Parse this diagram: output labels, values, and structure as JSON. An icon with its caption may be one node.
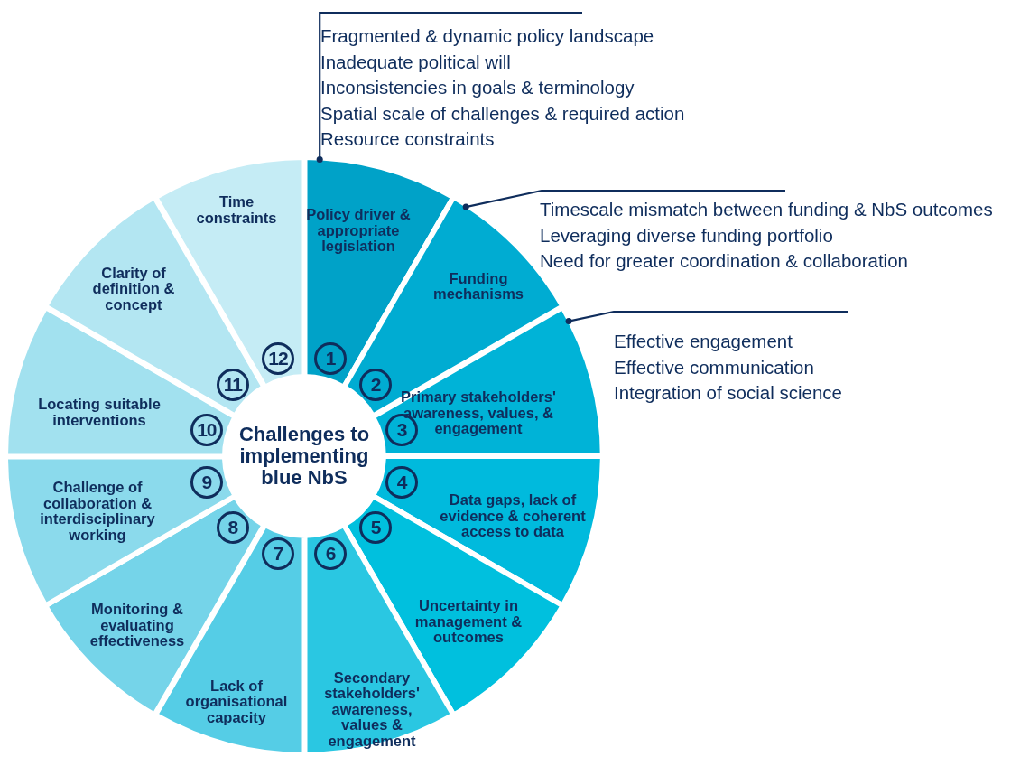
{
  "diagram": {
    "nodes": [
      {
        "text": [
          "Challenges to implementing blue NbS"
        ]
      },
      {
        "text": [
          "Policy driver & appropriate legislation",
          "1"
        ]
      },
      {
        "text": [
          "Funding mechanisms",
          "2"
        ]
      },
      {
        "text": [
          "Primary stakeholders' awareness, values, & engagement",
          "3"
        ]
      },
      {
        "text": [
          "4",
          "Data gaps, lack of evidence & coherent access to data"
        ]
      },
      {
        "text": [
          "5",
          "Uncertainty in management & outcomes"
        ]
      },
      {
        "text": [
          "6",
          "Secondary stakeholders' awareness, values & engagement"
        ]
      },
      {
        "text": [
          "7",
          "Lack of organisational capacity"
        ]
      },
      {
        "text": [
          "8",
          "Monitoring & evaluating effectiveness"
        ]
      },
      {
        "text": [
          "9",
          "Challenge of collaboration & interdisciplinary working"
        ]
      },
      {
        "text": [
          "Locating suitable interventions",
          "10"
        ]
      },
      {
        "text": [
          "Clarity of definition & concept",
          "11"
        ]
      },
      {
        "text": [
          "Time constraints",
          "12"
        ]
      },
      {
        "text": [
          "Fragmented & dynamic policy landscape",
          "Inadequate political will",
          "Inconsistencies in goals & terminology",
          "Spatial scale of challenges & required action",
          "Resource constraints"
        ]
      },
      {
        "text": [
          "Timescale mismatch between funding & NbS outcomes",
          "Leveraging diverse funding portfolio",
          "Need for greater coordination & collaboration"
        ]
      },
      {
        "text": [
          "Effective engagement",
          "Effective communication",
          "Integration of social science"
        ]
      }
    ],
    "edges": [
      {
        "from": 13,
        "to": 1,
        "arrow": "other"
      },
      {
        "from": 14,
        "to": 2,
        "arrow": "other"
      },
      {
        "from": 15,
        "to": 3,
        "arrow": "other"
      }
    ]
  }
}
